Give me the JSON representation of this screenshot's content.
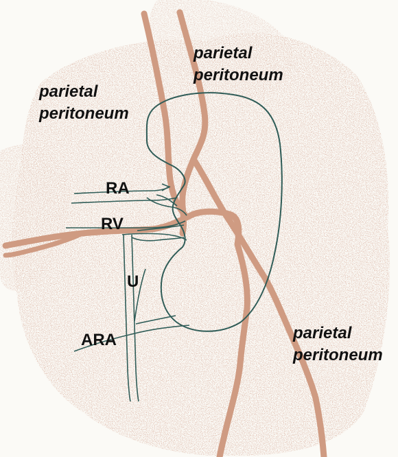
{
  "labels": {
    "peritoneum_top": [
      "parietal",
      "peritoneum"
    ],
    "peritoneum_left": [
      "parietal",
      "peritoneum"
    ],
    "peritoneum_right": [
      "parietal",
      "peritoneum"
    ],
    "ra": "RA",
    "rv": "RV",
    "ureter": "U",
    "ara": "ARA"
  },
  "colors": {
    "background": "#fbfaf6",
    "tissue_speckle": "#c79c86",
    "tissue_speckle_dark": "#a9806d",
    "peritoneum_band": "#cf9b82",
    "structure_outline": "#2f5c57",
    "label_text": "#111111"
  }
}
